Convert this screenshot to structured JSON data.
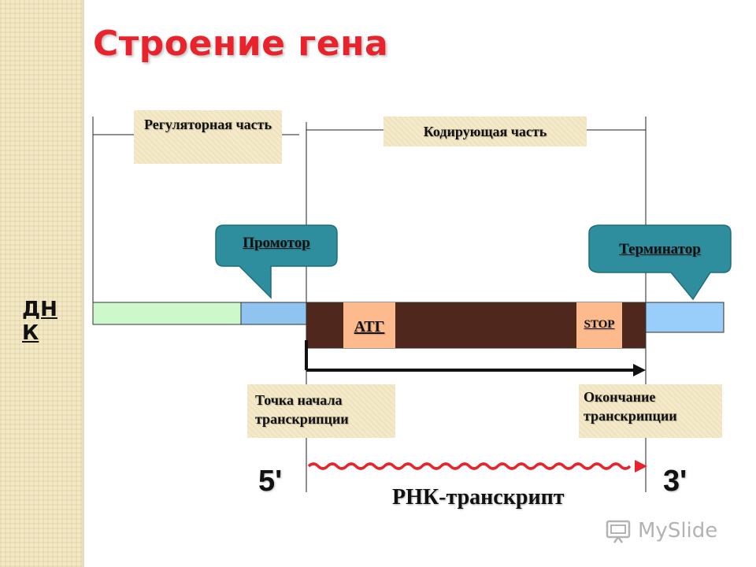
{
  "title": "Строение гена",
  "labels": {
    "regulatory": "Регуляторная часть",
    "coding": "Кодирующая часть",
    "promoter": "Промотор",
    "terminator": "Терминатор",
    "atg": "АТГ",
    "stop": "STOP",
    "dna": "ДН К",
    "start_point": "Точка начала транскрипции",
    "end_point": "Окончание транскрипции",
    "five_prime": "5'",
    "three_prime": "3'",
    "rna_transcript": "РНК-транскрипт",
    "watermark": "MySlide"
  },
  "colors": {
    "title": "#e8232b",
    "regulatory_region": "#ccf8cc",
    "promoter_region": "#8fc3f0",
    "coding_region": "#4f271d",
    "codon_box": "#fdba8c",
    "terminator_region": "#99cdfa",
    "callout": "#2e8e9e",
    "rna_wave": "#e8232b",
    "label_box": "#f4e9c8"
  }
}
